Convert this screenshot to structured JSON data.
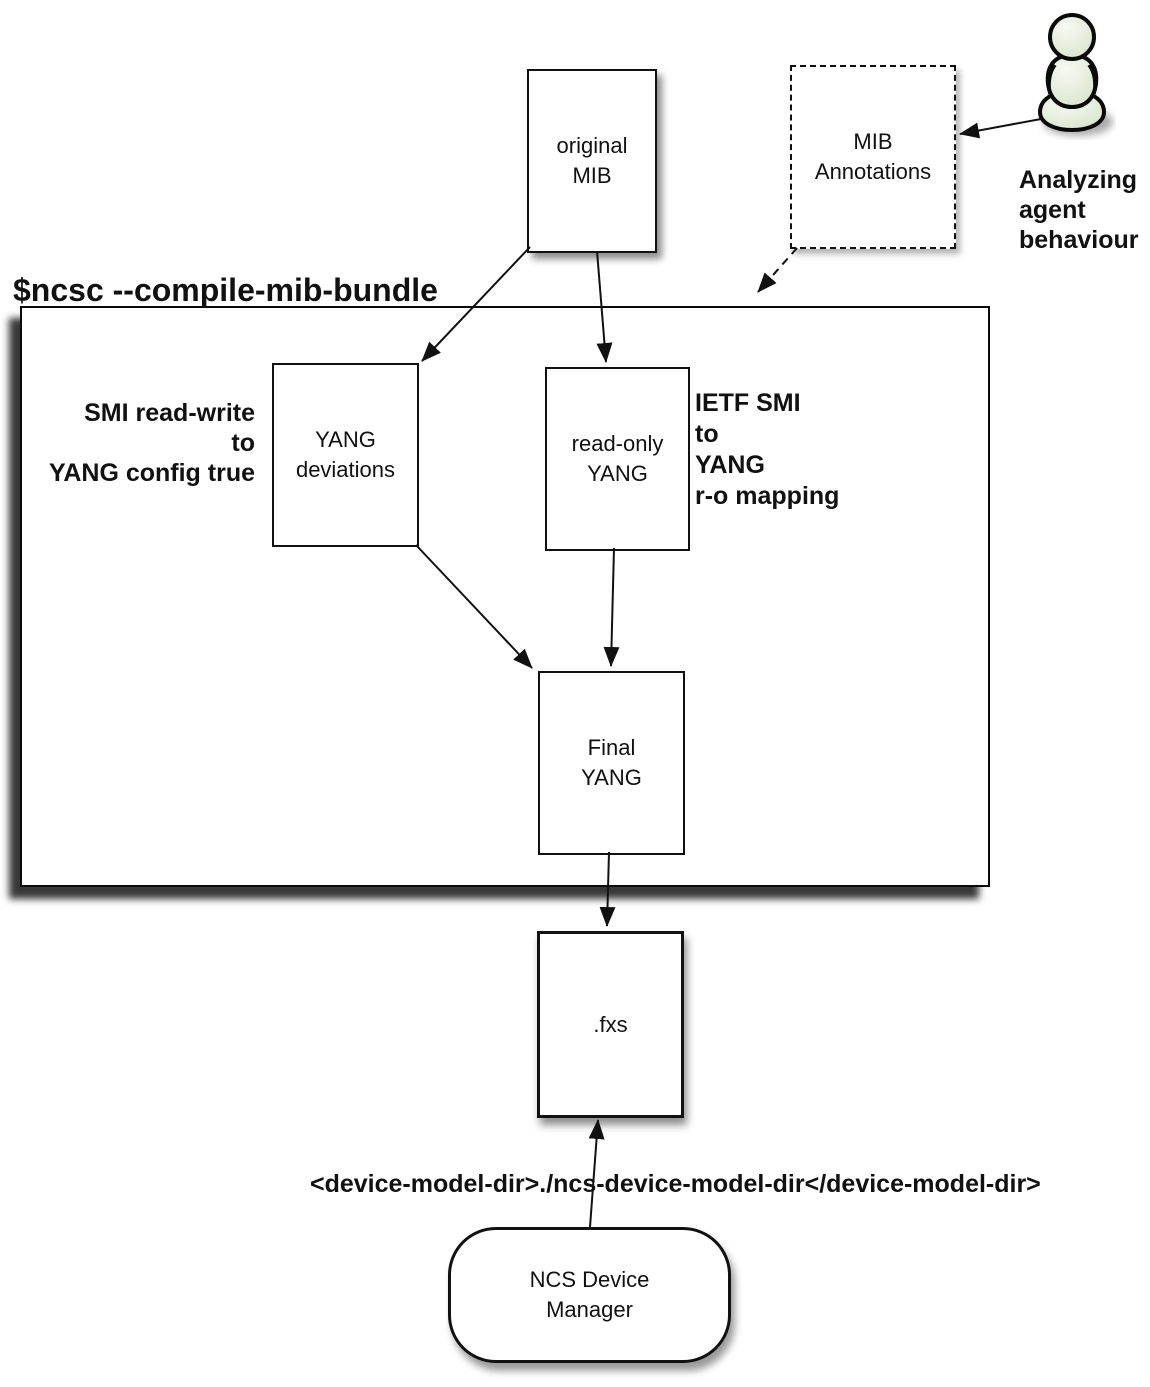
{
  "heading": {
    "command_label": "$ncsc --compile-mib-bundle"
  },
  "nodes": {
    "original_mib": {
      "label": "original\nMIB"
    },
    "mib_annotations": {
      "label": "MIB\nAnnotations"
    },
    "yang_deviations": {
      "label": "YANG\ndeviations"
    },
    "read_only_yang": {
      "label": "read-only\nYANG"
    },
    "final_yang": {
      "label": "Final\nYANG"
    },
    "fxs": {
      "label": ".fxs"
    },
    "ncs_device_manager": {
      "label": "NCS Device\nManager"
    }
  },
  "labels": {
    "smi_mapping": "SMI read-write\nto\nYANG config true",
    "ietf_mapping": "IETF SMI\nto\nYANG\nr-o mapping",
    "analyzing_agent": "Analyzing\nagent\nbehaviour",
    "device_model_dir": "<device-model-dir>./ncs-device-model-dir</device-model-dir>"
  },
  "edges": [
    {
      "from": "original-mib",
      "to": "yang-deviations",
      "style": "solid"
    },
    {
      "from": "original-mib",
      "to": "read-only-yang",
      "style": "solid"
    },
    {
      "from": "analyzing-agent",
      "to": "mib-annotations",
      "style": "solid"
    },
    {
      "from": "mib-annotations",
      "to": "compile-region",
      "style": "dashed"
    },
    {
      "from": "yang-deviations",
      "to": "final-yang",
      "style": "solid"
    },
    {
      "from": "read-only-yang",
      "to": "final-yang",
      "style": "solid"
    },
    {
      "from": "final-yang",
      "to": "fxs",
      "style": "solid"
    },
    {
      "from": "ncs-device-manager",
      "to": "fxs",
      "style": "solid"
    }
  ],
  "colors": {
    "line": "#111111",
    "background": "#ffffff",
    "person_fill_dark": "#d6e3ca",
    "person_fill_light": "#f7faf3"
  }
}
